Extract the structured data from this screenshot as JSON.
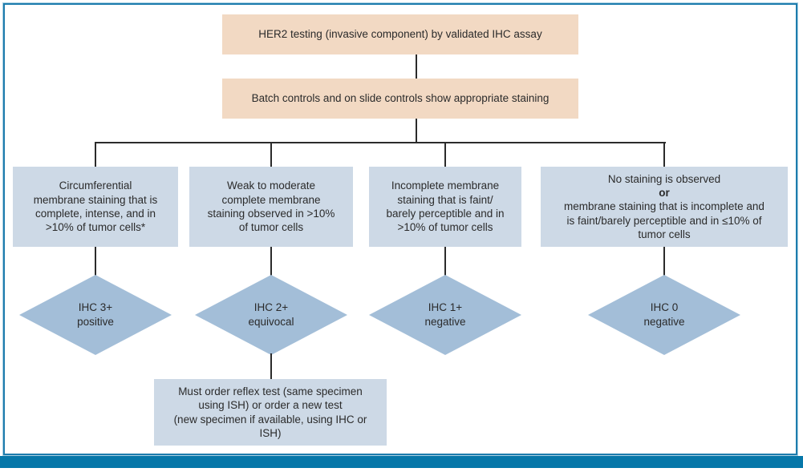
{
  "colors": {
    "peach_box": "#f2d9c3",
    "light_blue_box": "#cdd9e6",
    "diamond_blue": "#a3bed8",
    "line": "#2b2b2b",
    "frame_border": "#1d7cad",
    "bottom_bar": "#0677a9"
  },
  "flow": {
    "top_box": "HER2 testing (invasive component) by validated IHC assay",
    "controls_box": "Batch controls and on slide controls show appropriate staining",
    "branches": [
      {
        "criteria": "Circumferential\nmembrane staining that is\ncomplete, intense, and in\n>10% of tumor cells*",
        "result": "IHC 3+\npositive"
      },
      {
        "criteria": "Weak to moderate\ncomplete membrane\nstaining observed in >10%\nof tumor cells",
        "result": "IHC 2+\nequivocal"
      },
      {
        "criteria": "Incomplete membrane\nstaining that is faint/\nbarely perceptible and in\n>10% of tumor cells",
        "result": "IHC 1+\nnegative"
      },
      {
        "criteria_pre": "No staining is observed",
        "criteria_or": "or",
        "criteria_post": "membrane staining that is incomplete and\nis faint/barely perceptible and in ≤10% of\ntumor cells",
        "result": "IHC 0\nnegative"
      }
    ],
    "reflex_box": "Must order reflex test (same specimen\nusing ISH) or order a new test\n(new specimen if available, using IHC or\nISH)"
  }
}
